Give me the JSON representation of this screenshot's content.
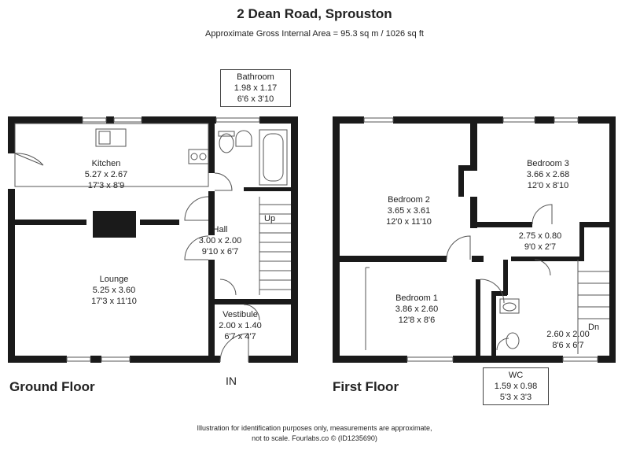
{
  "header": {
    "title": "2 Dean Road, Sprouston",
    "subtitle": "Approximate Gross Internal Area = 95.3 sq m / 1026 sq ft"
  },
  "ground_floor": {
    "label": "Ground Floor",
    "entrance_label": "IN",
    "stairs_label": "Up",
    "rooms": {
      "kitchen": {
        "name": "Kitchen",
        "metric": "5.27 x 2.67",
        "imperial": "17'3 x 8'9"
      },
      "lounge": {
        "name": "Lounge",
        "metric": "5.25 x 3.60",
        "imperial": "17'3 x 11'10"
      },
      "hall": {
        "name": "Hall",
        "metric": "3.00 x 2.00",
        "imperial": "9'10 x 6'7"
      },
      "vestibule": {
        "name": "Vestibule",
        "metric": "2.00 x 1.40",
        "imperial": "6'7 x 4'7"
      },
      "bathroom": {
        "name": "Bathroom",
        "metric": "1.98 x 1.17",
        "imperial": "6'6 x 3'10"
      }
    }
  },
  "first_floor": {
    "label": "First Floor",
    "stairs_label": "Dn",
    "rooms": {
      "bedroom2": {
        "name": "Bedroom 2",
        "metric": "3.65 x 3.61",
        "imperial": "12'0 x 11'10"
      },
      "bedroom3": {
        "name": "Bedroom 3",
        "metric": "3.66 x 2.68",
        "imperial": "12'0 x 8'10"
      },
      "bedroom1": {
        "name": "Bedroom 1",
        "metric": "3.86 x 2.60",
        "imperial": "12'8 x 8'6"
      },
      "landing": {
        "metric": "2.75 x 0.80",
        "imperial": "9'0 x 2'7"
      },
      "stair_area": {
        "metric": "2.60 x 2.00",
        "imperial": "8'6 x 6'7"
      },
      "wc": {
        "name": "WC",
        "metric": "1.59 x 0.98",
        "imperial": "5'3 x 3'3"
      }
    }
  },
  "footer": {
    "line1": "Illustration for identification purposes only, measurements are approximate,",
    "line2": "not to scale. Fourlabs.co © (ID1235690)"
  }
}
